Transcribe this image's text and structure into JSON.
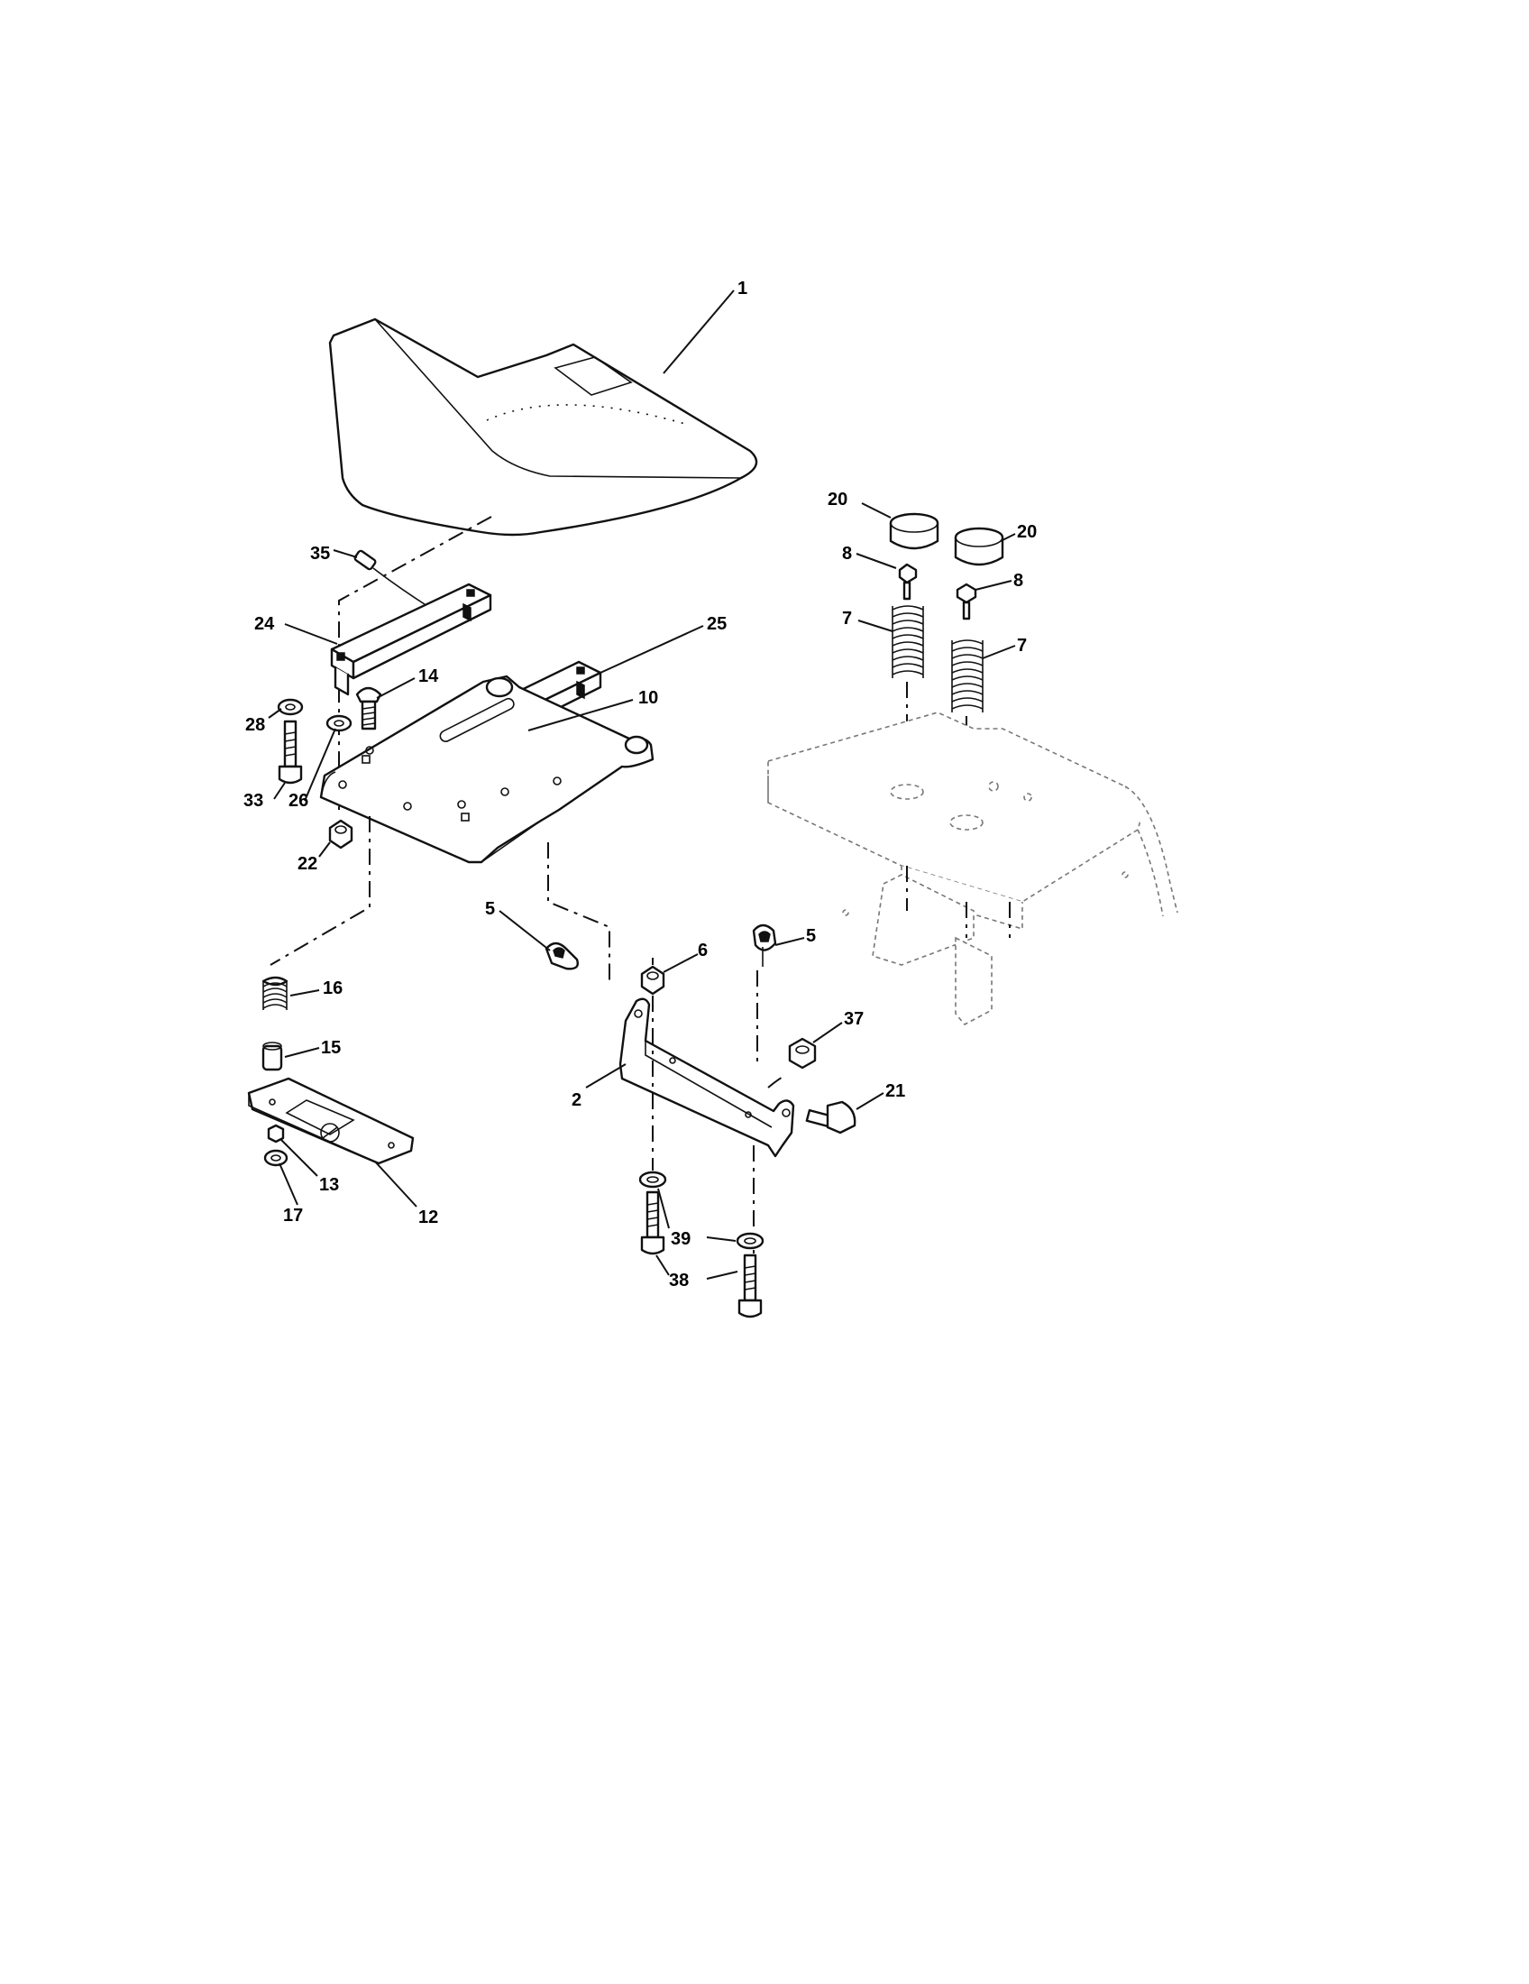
{
  "callouts": [
    {
      "id": "c1",
      "label": "1"
    },
    {
      "id": "c20a",
      "label": "20"
    },
    {
      "id": "c20b",
      "label": "20"
    },
    {
      "id": "c35",
      "label": "35"
    },
    {
      "id": "c8a",
      "label": "8"
    },
    {
      "id": "c8b",
      "label": "8"
    },
    {
      "id": "c24",
      "label": "24"
    },
    {
      "id": "c25",
      "label": "25"
    },
    {
      "id": "c7a",
      "label": "7"
    },
    {
      "id": "c7b",
      "label": "7"
    },
    {
      "id": "c14",
      "label": "14"
    },
    {
      "id": "c10",
      "label": "10"
    },
    {
      "id": "c28",
      "label": "28"
    },
    {
      "id": "c33",
      "label": "33"
    },
    {
      "id": "c26",
      "label": "26"
    },
    {
      "id": "c22",
      "label": "22"
    },
    {
      "id": "c5a",
      "label": "5"
    },
    {
      "id": "c5b",
      "label": "5"
    },
    {
      "id": "c6",
      "label": "6"
    },
    {
      "id": "c16",
      "label": "16"
    },
    {
      "id": "c37",
      "label": "37"
    },
    {
      "id": "c15",
      "label": "15"
    },
    {
      "id": "c21",
      "label": "21"
    },
    {
      "id": "c2",
      "label": "2"
    },
    {
      "id": "c13",
      "label": "13"
    },
    {
      "id": "c17",
      "label": "17"
    },
    {
      "id": "c12",
      "label": "12"
    },
    {
      "id": "c39",
      "label": "39"
    },
    {
      "id": "c38",
      "label": "38"
    }
  ]
}
